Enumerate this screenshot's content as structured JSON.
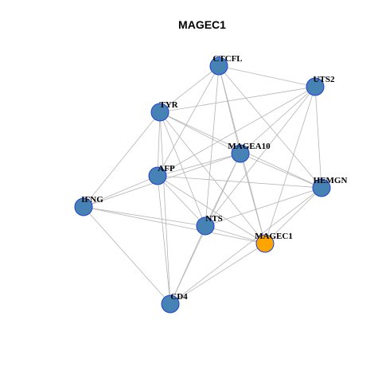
{
  "title": "MAGEC1",
  "colors": {
    "node_default": "#4682B4",
    "node_highlight": "#FFA500",
    "node_border": "#1F3FD6",
    "edge": "#B4B4B4"
  },
  "nodes": [
    {
      "id": "CTCFL",
      "label": "CTCFL",
      "highlight": false
    },
    {
      "id": "UTS2",
      "label": "UTS2",
      "highlight": false
    },
    {
      "id": "TYR",
      "label": "TYR",
      "highlight": false
    },
    {
      "id": "MAGEA10",
      "label": "MAGEA10",
      "highlight": false
    },
    {
      "id": "AFP",
      "label": "AFP",
      "highlight": false
    },
    {
      "id": "HEMGN",
      "label": "HEMGN",
      "highlight": false
    },
    {
      "id": "IFNG",
      "label": "IFNG",
      "highlight": false
    },
    {
      "id": "NTS",
      "label": "NTS",
      "highlight": false
    },
    {
      "id": "MAGEC1",
      "label": "MAGEC1",
      "highlight": true
    },
    {
      "id": "CD4",
      "label": "CD4",
      "highlight": false
    }
  ],
  "edges": [
    [
      "CTCFL",
      "UTS2"
    ],
    [
      "CTCFL",
      "TYR"
    ],
    [
      "CTCFL",
      "MAGEA10"
    ],
    [
      "CTCFL",
      "AFP"
    ],
    [
      "CTCFL",
      "HEMGN"
    ],
    [
      "CTCFL",
      "NTS"
    ],
    [
      "CTCFL",
      "MAGEC1"
    ],
    [
      "UTS2",
      "TYR"
    ],
    [
      "UTS2",
      "MAGEA10"
    ],
    [
      "UTS2",
      "AFP"
    ],
    [
      "UTS2",
      "HEMGN"
    ],
    [
      "UTS2",
      "NTS"
    ],
    [
      "UTS2",
      "MAGEC1"
    ],
    [
      "TYR",
      "MAGEA10"
    ],
    [
      "TYR",
      "AFP"
    ],
    [
      "TYR",
      "HEMGN"
    ],
    [
      "TYR",
      "IFNG"
    ],
    [
      "TYR",
      "NTS"
    ],
    [
      "TYR",
      "MAGEC1"
    ],
    [
      "TYR",
      "CD4"
    ],
    [
      "MAGEA10",
      "AFP"
    ],
    [
      "MAGEA10",
      "HEMGN"
    ],
    [
      "MAGEA10",
      "NTS"
    ],
    [
      "MAGEA10",
      "MAGEC1"
    ],
    [
      "MAGEA10",
      "CD4"
    ],
    [
      "MAGEA10",
      "IFNG"
    ],
    [
      "AFP",
      "HEMGN"
    ],
    [
      "AFP",
      "IFNG"
    ],
    [
      "AFP",
      "NTS"
    ],
    [
      "AFP",
      "MAGEC1"
    ],
    [
      "AFP",
      "CD4"
    ],
    [
      "HEMGN",
      "NTS"
    ],
    [
      "HEMGN",
      "MAGEC1"
    ],
    [
      "HEMGN",
      "CD4"
    ],
    [
      "IFNG",
      "NTS"
    ],
    [
      "IFNG",
      "MAGEC1"
    ],
    [
      "IFNG",
      "CD4"
    ],
    [
      "NTS",
      "MAGEC1"
    ],
    [
      "NTS",
      "CD4"
    ],
    [
      "MAGEC1",
      "CD4"
    ]
  ]
}
